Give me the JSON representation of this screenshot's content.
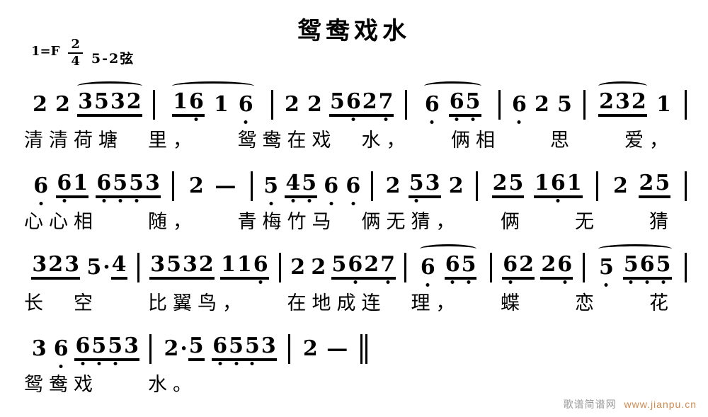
{
  "title": "鸳鸯戏水",
  "key_signature": {
    "key": "1=F",
    "meter_top": "2",
    "meter_bottom": "4",
    "tuning": "5-2弦"
  },
  "lines": [
    {
      "text": "2 2 3532 | 16 1 6 | 2 2 5627 | 6 65 | 6 2 5 | 232 1 |",
      "width_pct": 100,
      "end": "single",
      "measures": [
        [
          {
            "t": "2"
          },
          {
            "t": "2"
          },
          {
            "t": "3532",
            "ul": [
              0,
              1,
              2,
              3
            ],
            "arc": true
          }
        ],
        [
          {
            "t": "16 1 6",
            "ul": [
              0,
              1
            ],
            "db": [
              1,
              5
            ],
            "arc": true
          }
        ],
        [
          {
            "t": "2"
          },
          {
            "t": "2"
          },
          {
            "t": "5627",
            "ul": [
              0,
              1,
              2,
              3
            ],
            "db": [
              1,
              3
            ]
          }
        ],
        [
          {
            "t": "6 65",
            "ul": [
              2,
              3
            ],
            "db": [
              0,
              2,
              3
            ],
            "arc": true
          }
        ],
        [
          {
            "t": "6",
            "db": [
              0
            ]
          },
          {
            "t": "2"
          },
          {
            "t": "5"
          }
        ],
        [
          {
            "t": "232",
            "ul": [
              0,
              1,
              2
            ],
            "arc": true
          },
          {
            "t": "1"
          }
        ]
      ],
      "lyrics": "清清荷塘　里，　　鸳鸯在戏　水，　　俩相　　思　　爱，"
    },
    {
      "text": "6 61 6553 | 2 — | 5 45 6 6 | 2 53 2 | 25 161 | 2 25 |",
      "width_pct": 100,
      "end": "single",
      "measures": [
        [
          {
            "t": "6",
            "db": [
              0
            ]
          },
          {
            "t": "61",
            "ul": [
              0,
              1
            ],
            "db": [
              0
            ]
          },
          {
            "t": "6553",
            "ul": [
              0,
              1,
              2,
              3
            ],
            "db": [
              0,
              1,
              2
            ]
          }
        ],
        [
          {
            "t": "2"
          },
          {
            "t": "—"
          }
        ],
        [
          {
            "t": "5",
            "db": [
              0
            ]
          },
          {
            "t": "45",
            "ul": [
              0,
              1
            ],
            "db": [
              0,
              1
            ]
          },
          {
            "t": "6",
            "db": [
              0
            ]
          },
          {
            "t": "6",
            "db": [
              0
            ]
          }
        ],
        [
          {
            "t": "2"
          },
          {
            "t": "53",
            "ul": [
              0,
              1
            ],
            "db": [
              0
            ]
          },
          {
            "t": "2"
          }
        ],
        [
          {
            "t": "25",
            "ul": [
              0,
              1
            ]
          },
          {
            "t": "161",
            "ul": [
              0,
              1,
              2
            ],
            "db": [
              1
            ]
          }
        ],
        [
          {
            "t": "2"
          },
          {
            "t": "25",
            "ul": [
              0,
              1
            ]
          }
        ]
      ],
      "lyrics": "心心相　　随，　　青梅竹马　俩无猜，　　俩　　无　　猜"
    },
    {
      "text": "323 5·4 | 3532 116 | 2 2 5627 | 6 65 | 62 26 | 5 565 |",
      "width_pct": 100,
      "end": "single",
      "measures": [
        [
          {
            "t": "323",
            "ul": [
              0,
              1,
              2
            ]
          },
          {
            "t": "5·4",
            "ul": [
              2
            ]
          }
        ],
        [
          {
            "t": "3532",
            "ul": [
              0,
              1,
              2,
              3
            ]
          },
          {
            "t": "116",
            "ul": [
              0,
              1,
              2
            ],
            "db": [
              2
            ]
          }
        ],
        [
          {
            "t": "2"
          },
          {
            "t": "2"
          },
          {
            "t": "5627",
            "ul": [
              0,
              1,
              2,
              3
            ],
            "db": [
              1,
              3
            ]
          }
        ],
        [
          {
            "t": "6 65",
            "ul": [
              2,
              3
            ],
            "db": [
              0,
              2,
              3
            ],
            "arc": true
          }
        ],
        [
          {
            "t": "62",
            "ul": [
              0,
              1
            ],
            "db": [
              0
            ]
          },
          {
            "t": "26",
            "ul": [
              0,
              1
            ],
            "db": [
              1
            ]
          }
        ],
        [
          {
            "t": "5 565",
            "ul": [
              2,
              3,
              4
            ],
            "db": [
              0,
              2,
              3,
              4
            ],
            "arc": true
          }
        ]
      ],
      "lyrics": "长　空　　比翼鸟，　　在地成连　理，　　蝶　　恋　　花"
    },
    {
      "text": "3 6 6553 | 2·5 6553 | 2 — ‖",
      "width_pct": 52,
      "end": "final",
      "measures": [
        [
          {
            "t": "3"
          },
          {
            "t": "6",
            "db": [
              0
            ]
          },
          {
            "t": "6553",
            "ul": [
              0,
              1,
              2,
              3
            ],
            "db": [
              0,
              1,
              2
            ]
          }
        ],
        [
          {
            "t": "2·5",
            "ul": [
              2
            ]
          },
          {
            "t": "6553",
            "ul": [
              0,
              1,
              2,
              3
            ],
            "db": [
              0,
              1,
              2
            ]
          }
        ],
        [
          {
            "t": "2"
          },
          {
            "t": "—"
          }
        ]
      ],
      "lyrics": "鸳鸯戏　　水。"
    }
  ],
  "watermark": {
    "site": "歌谱简谱网",
    "url": "www.jianpu.cn"
  }
}
